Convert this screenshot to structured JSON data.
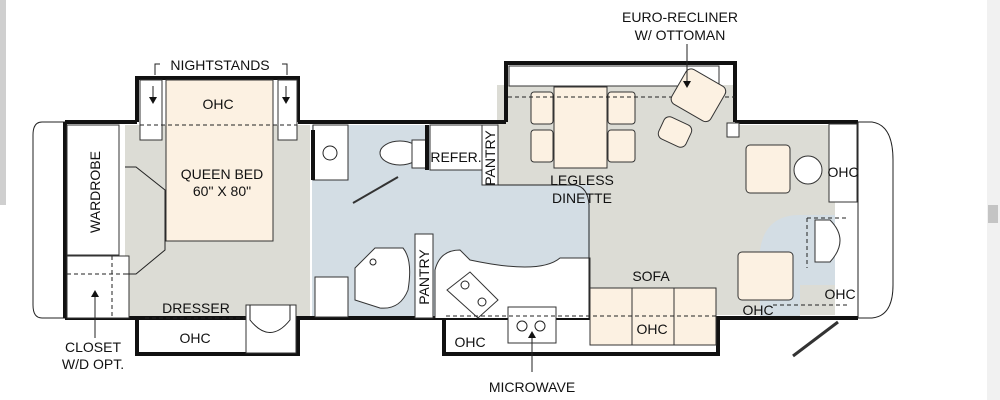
{
  "labels": {
    "euro_recliner_1": "EURO-RECLINER",
    "euro_recliner_2": "W/ OTTOMAN",
    "nightstands": "NIGHTSTANDS",
    "ohc_bed": "OHC",
    "queen_bed": "QUEEN BED",
    "bed_size": "60\" X 80\"",
    "wardrobe": "WARDROBE",
    "dresser": "DRESSER",
    "ohc_dresser": "OHC",
    "closet_1": "CLOSET",
    "closet_2": "W/D OPT.",
    "refer": "REFER.",
    "pantry_top": "PANTRY",
    "pantry_bottom": "PANTRY",
    "legless_1": "LEGLESS",
    "legless_2": "DINETTE",
    "sofa": "SOFA",
    "ohc_sofa": "OHC",
    "ohc_kitchen": "OHC",
    "ohc_front_bottom": "OHC",
    "ohc_cab_top": "OHC",
    "ohc_cab_bottom": "OHC",
    "microwave": "MICROWAVE"
  },
  "colors": {
    "floor": "#dcdcd5",
    "bath": "#d3dde4",
    "furniture": "#fcf1e2"
  }
}
